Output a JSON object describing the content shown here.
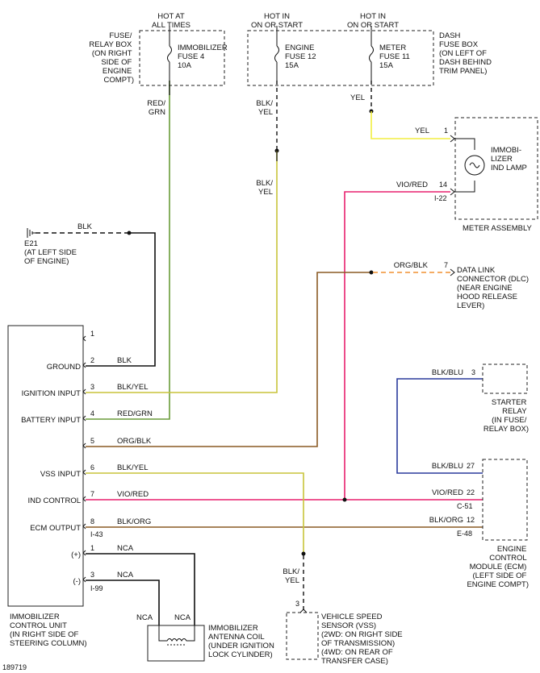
{
  "power": {
    "hot_at_all_times": [
      "HOT AT",
      "ALL TIMES"
    ],
    "hot_in_run_start_1": [
      "HOT IN",
      "ON OR START"
    ],
    "hot_in_run_start_2": [
      "HOT IN",
      "ON OR START"
    ]
  },
  "fuse_relay_box": [
    "FUSE/",
    "RELAY BOX",
    "(ON RIGHT",
    "SIDE OF",
    "ENGINE",
    "COMPT)"
  ],
  "dash_fuse_box": [
    "DASH",
    "FUSE BOX",
    "(ON LEFT OF",
    "DASH BEHIND",
    "TRIM PANEL)"
  ],
  "fuses": [
    [
      "IMMOBILIZER",
      "FUSE 4",
      "10A"
    ],
    [
      "ENGINE",
      "FUSE 12",
      "15A"
    ],
    [
      "METER",
      "FUSE 11",
      "15A"
    ]
  ],
  "wire_labels": {
    "red_grn": [
      "RED/",
      "GRN"
    ],
    "blk_yel_a": [
      "BLK/",
      "YEL"
    ],
    "blk_yel_b": [
      "BLK/",
      "YEL"
    ],
    "blk_yel_c": [
      "BLK/",
      "YEL"
    ],
    "yel_fuse": "YEL",
    "yel_meter": "YEL",
    "vio_red_meter": "VIO/RED",
    "blk_ground": "BLK",
    "org_blk_dlc": "ORG/BLK",
    "blk_blu_relay": "BLK/BLU",
    "blk_blu_ecm": "BLK/BLU",
    "vio_red_ecm": "VIO/RED",
    "blk_org_ecm": "BLK/ORG"
  },
  "ground": {
    "id": "E21",
    "lines": [
      "(AT LEFT SIDE",
      "OF ENGINE)"
    ]
  },
  "meter_assembly": {
    "label": "METER ASSEMBLY",
    "lamp": [
      "IMMOBI-",
      "LIZER",
      "IND LAMP"
    ],
    "pin_yel": "1",
    "pin_vio": "14",
    "connector": "I-22"
  },
  "dlc": {
    "pin": "7",
    "lines": [
      "DATA LINK",
      "CONNECTOR (DLC)",
      "(NEAR ENGINE",
      "HOOD RELEASE",
      "LEVER)"
    ]
  },
  "starter_relay": {
    "pin": "3",
    "lines": [
      "STARTER",
      "RELAY",
      "(IN FUSE/",
      "RELAY BOX)"
    ]
  },
  "ecm": {
    "pins": [
      "27",
      "22",
      "12"
    ],
    "connectors": [
      "C-51",
      "E-48"
    ],
    "lines": [
      "ENGINE",
      "CONTROL",
      "MODULE (ECM)",
      "(LEFT SIDE OF",
      "ENGINE COMPT)"
    ]
  },
  "unit": {
    "pins": [
      {
        "num": "1",
        "label": "",
        "wire": ""
      },
      {
        "num": "2",
        "label": "GROUND",
        "wire": "BLK"
      },
      {
        "num": "3",
        "label": "IGNITION INPUT",
        "wire": "BLK/YEL"
      },
      {
        "num": "4",
        "label": "BATTERY INPUT",
        "wire": "RED/GRN"
      },
      {
        "num": "5",
        "label": "",
        "wire": "ORG/BLK"
      },
      {
        "num": "6",
        "label": "VSS INPUT",
        "wire": "BLK/YEL"
      },
      {
        "num": "7",
        "label": "IND CONTROL",
        "wire": "VIO/RED"
      },
      {
        "num": "8",
        "label": "ECM OUTPUT",
        "wire": "BLK/ORG"
      }
    ],
    "connector_1": "I-43",
    "coil_pins": [
      {
        "num": "1",
        "label": "(+)",
        "wire": "NCA"
      },
      {
        "num": "3",
        "label": "(-)",
        "wire": "NCA"
      }
    ],
    "connector_2": "I-99",
    "lines": [
      "IMMOBILIZER",
      "CONTROL UNIT",
      "(IN RIGHT SIDE OF",
      "STEERING COLUMN)"
    ]
  },
  "antenna": {
    "nca_left": "NCA",
    "nca_right": "NCA",
    "lines": [
      "IMMOBILIZER",
      "ANTENNA COIL",
      "(UNDER IGNITION",
      "LOCK CYLINDER)"
    ]
  },
  "vss": {
    "pin": "3",
    "lines": [
      "VEHICLE SPEED",
      "SENSOR (VSS)",
      "(2WD: ON RIGHT SIDE",
      "OF TRANSMISSION)",
      "(4WD: ON REAR OF",
      "TRANSFER CASE)"
    ]
  },
  "diagram_id": "189719",
  "colors": {
    "red_grn": "#6a9c3a",
    "blk_yel": "#c8c43a",
    "yel": "#f2ee40",
    "vio_red": "#e8206e",
    "org_blk": "#8a5a24",
    "org_blk_dash": "#f09030",
    "blk_blu": "#2a3a9c",
    "blk_org": "#8a5a24",
    "black": "#111111"
  }
}
